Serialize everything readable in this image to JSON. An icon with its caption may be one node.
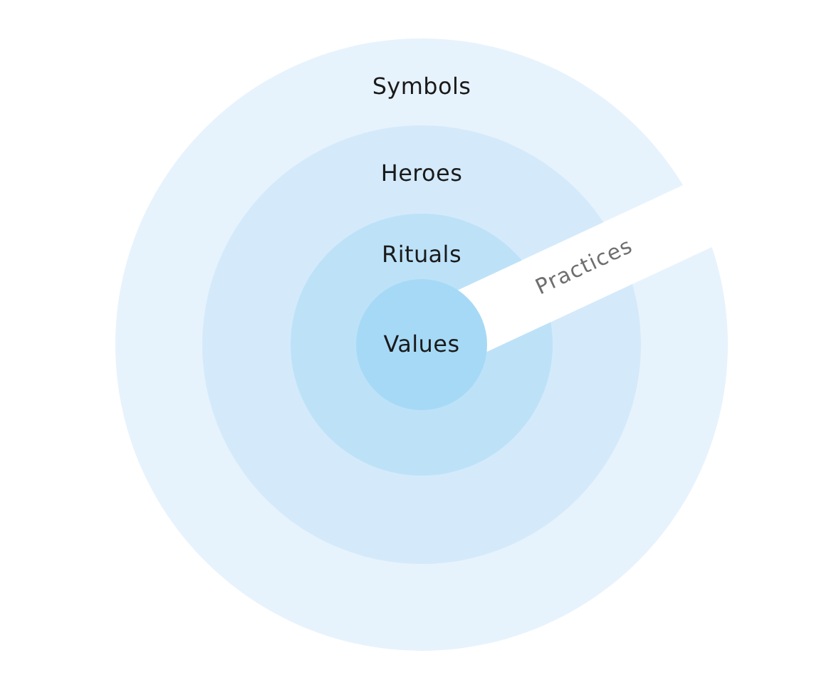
{
  "diagram": {
    "nodes": [
      {
        "text": [
          "Symbols"
        ]
      },
      {
        "text": [
          "Heroes"
        ],
        "in": 0
      },
      {
        "text": [
          "Rituals"
        ],
        "in": 1
      },
      {
        "text": [
          "Values"
        ],
        "in": 2
      }
    ],
    "labels": [
      "Practices"
    ]
  }
}
